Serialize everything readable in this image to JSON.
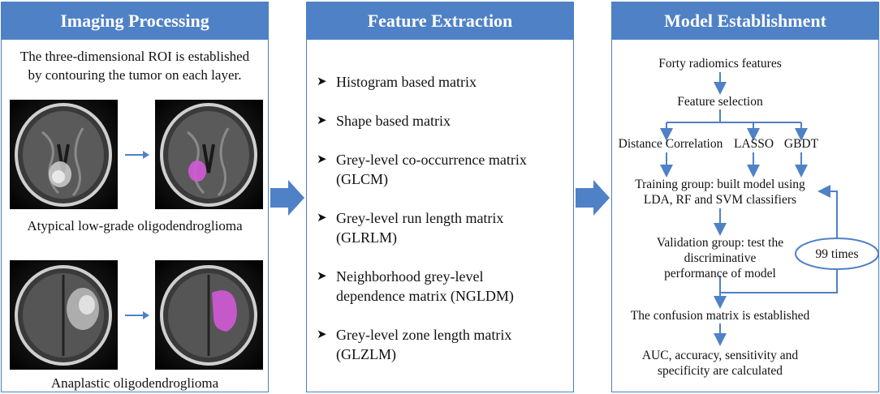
{
  "panels": [
    {
      "title": "Imaging Processing",
      "intro": [
        "The three-dimensional  ROI is established",
        "by contouring  the tumor on each layer."
      ],
      "cases": [
        {
          "label": "Atypical low-grade oligodendroglioma"
        },
        {
          "label": "Anaplastic oligodendroglioma"
        }
      ]
    },
    {
      "title": "Feature Extraction",
      "features": [
        [
          "Histogram based matrix"
        ],
        [
          "Shape based matrix"
        ],
        [
          "Grey-level co-occurrence matrix",
          "(GLCM)"
        ],
        [
          "Grey-level run length matrix",
          "(GLRLM)"
        ],
        [
          "Neighborhood grey-level",
          "dependence matrix (NGLDM)"
        ],
        [
          "Grey-level zone length matrix",
          "(GLZLM)"
        ]
      ]
    },
    {
      "title": "Model Establishment",
      "steps": {
        "start": "Forty radiomics features",
        "selection": "Feature selection",
        "methods": [
          "Distance Correlation",
          "LASSO",
          "GBDT"
        ],
        "training": [
          "Training group: built model using",
          "LDA, RF and SVM classifiers"
        ],
        "validation": [
          "Validation group: test the",
          "discriminative",
          "performance of model"
        ],
        "loop": "99 times",
        "confusion": "The confusion matrix is established",
        "result": [
          "AUC, accuracy, sensitivity and",
          "specificity are calculated"
        ]
      }
    }
  ],
  "colors": {
    "header": "#4f81c6",
    "border": "#4a7fc1",
    "arrow": "#4f81c6",
    "roi": "#d25ad6"
  }
}
